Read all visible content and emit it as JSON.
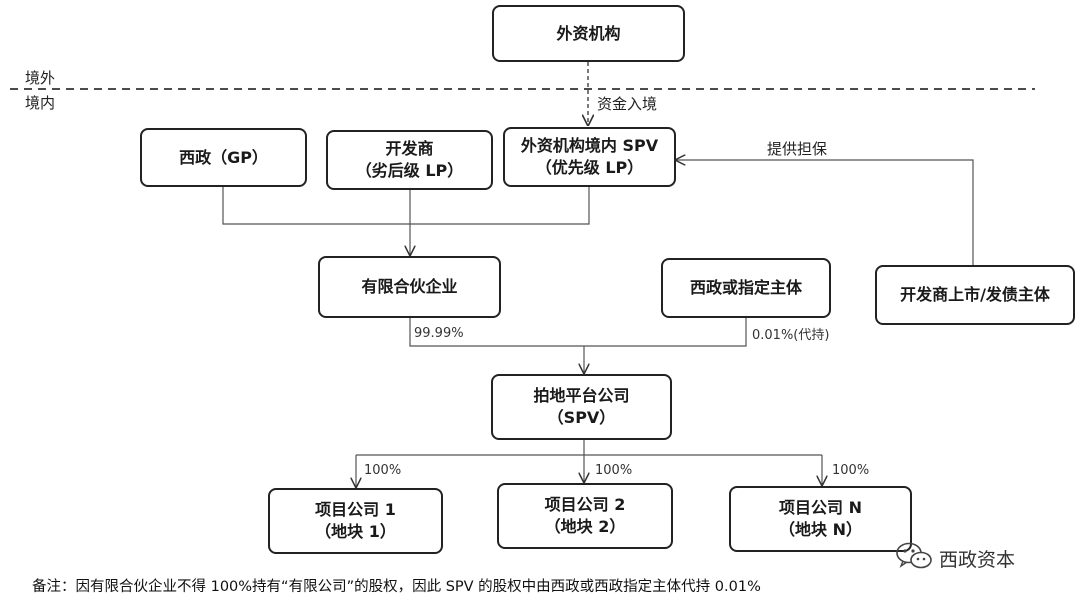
{
  "regions": {
    "offshore": "境外",
    "onshore": "境内"
  },
  "boxes": {
    "foreign_institution": "外资机构",
    "xizheng_gp": "西政（GP）",
    "developer": [
      "开发商",
      "（劣后级 LP）"
    ],
    "foreign_spv": [
      "外资机构境内 SPV",
      "（优先级 LP）"
    ],
    "lp_enterprise": "有限合伙企业",
    "designated_entity": "西政或指定主体",
    "developer_guarantor": "开发商上市/发债主体",
    "platform": [
      "拍地平台公司",
      "（SPV）"
    ],
    "project1": [
      "项目公司 1",
      "（地块 1）"
    ],
    "project2": [
      "项目公司 2",
      "（地块 2）"
    ],
    "projectN": [
      "项目公司 N",
      "（地块 N）"
    ]
  },
  "labels": {
    "capital_inflow": "资金入境",
    "guarantee": "提供担保",
    "pct_lp": "99.99%",
    "pct_designated": "0.01%(代持)",
    "pct_p1": "100%",
    "pct_p2": "100%",
    "pct_pn": "100%"
  },
  "note": "备注：因有限合伙企业不得 100%持有“有限公司”的股权，因此 SPV 的股权中由西政或西政指定主体代持 0.01%",
  "watermark": {
    "text": "西政资本",
    "icon": "wechat-icon"
  }
}
